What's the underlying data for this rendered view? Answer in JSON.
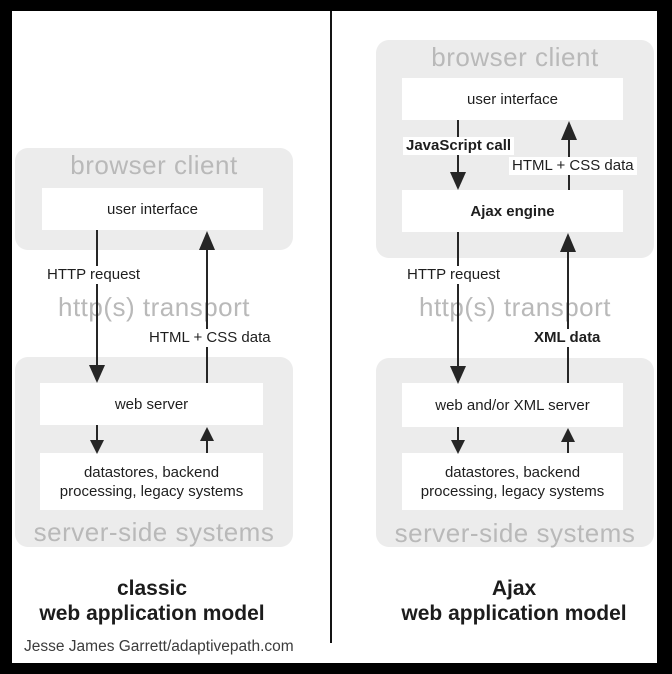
{
  "colors": {
    "frame": "#000000",
    "panel_gray": "#ececec",
    "header_gray": "#b9b9b9",
    "text_black": "#1e1e1e",
    "line_color": "#262626",
    "background": "#ffffff"
  },
  "columns": {
    "left": {
      "browser_header": "browser client",
      "ui_box": "user interface",
      "request_label": "HTTP request",
      "transport_header": "http(s) transport",
      "response_label": "HTML + CSS data",
      "server_box": "web server",
      "datastores_line1": "datastores, backend",
      "datastores_line2": "processing, legacy systems",
      "server_header": "server-side systems",
      "title_line1": "classic",
      "title_line2": "web application model"
    },
    "right": {
      "browser_header": "browser client",
      "ui_box": "user interface",
      "js_call_label": "JavaScript call",
      "html_css_label": "HTML + CSS data",
      "ajax_engine_box": "Ajax engine",
      "request_label": "HTTP request",
      "transport_header": "http(s) transport",
      "xml_label": "XML data",
      "server_box": "web and/or XML server",
      "datastores_line1": "datastores, backend",
      "datastores_line2": "processing, legacy systems",
      "server_header": "server-side systems",
      "title_line1": "Ajax",
      "title_line2": "web application model"
    }
  },
  "footer": {
    "credit": "Jesse James Garrett/adaptivepath.com"
  }
}
